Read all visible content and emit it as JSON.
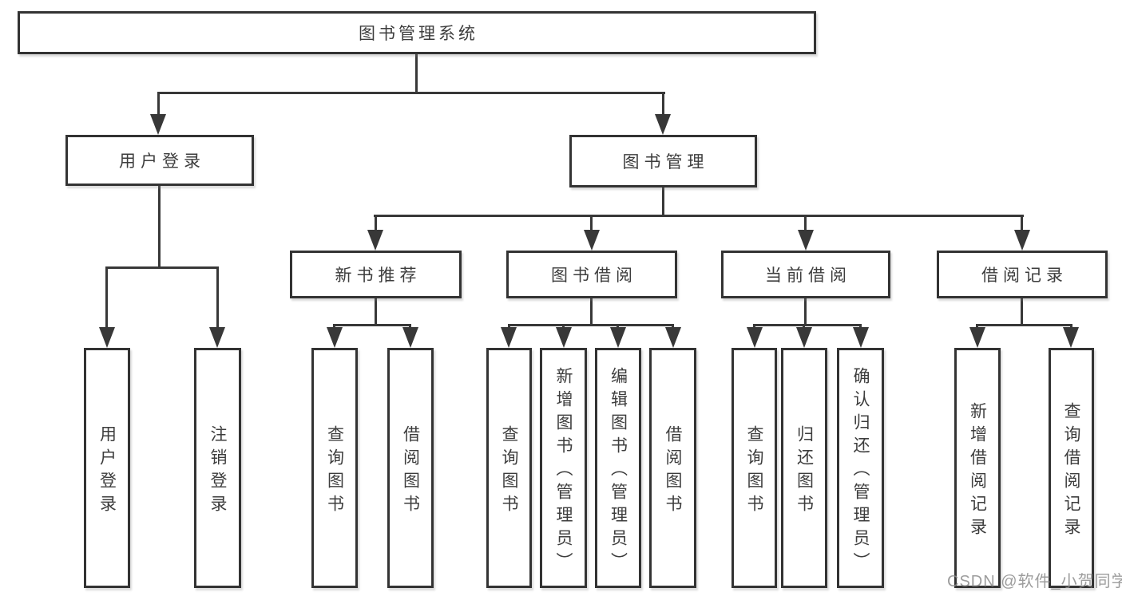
{
  "diagram": {
    "type": "hierarchy-tree",
    "root": "图书管理系统",
    "level2": [
      "用户登录",
      "图书管理"
    ],
    "level3": [
      "新书推荐",
      "图书借阅",
      "当前借阅",
      "借阅记录"
    ],
    "leaves": {
      "user_login": [
        "用户登录",
        "注销登录"
      ],
      "new_book": [
        "查询图书",
        "借阅图书"
      ],
      "book_borrow": [
        "查询图书",
        "新增图书（管理员）",
        "编辑图书（管理员）",
        "借阅图书"
      ],
      "current_borrow": [
        "查询图书",
        "归还图书",
        "确认归还（管理员）"
      ],
      "borrow_record": [
        "新增借阅记录",
        "查询借阅记录"
      ]
    },
    "watermark": "CSDN @软件_小贺同学",
    "colors": {
      "line": "#383838",
      "box_border": "#333333",
      "box_fill": "#ffffff",
      "text": "#3d3d3d",
      "watermark": "#8c8c8c"
    }
  }
}
